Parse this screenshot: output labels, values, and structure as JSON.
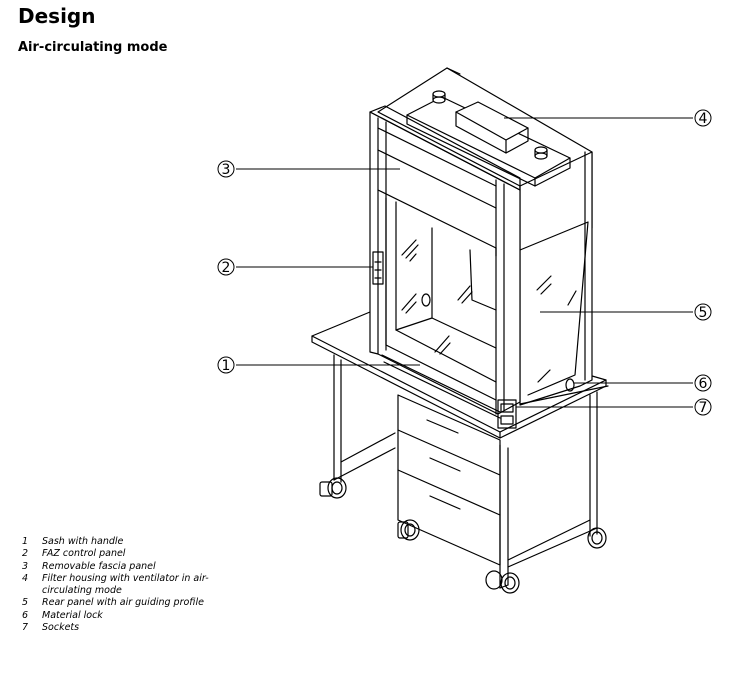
{
  "header": {
    "title": "Design",
    "subtitle": "Air-circulating mode"
  },
  "callouts": [
    "1",
    "2",
    "3",
    "4",
    "5",
    "6",
    "7"
  ],
  "legend": [
    {
      "num": "1",
      "text": "Sash with handle"
    },
    {
      "num": "2",
      "text": "FAZ control panel"
    },
    {
      "num": "3",
      "text": "Removable fascia panel"
    },
    {
      "num": "4",
      "text": "Filter housing with ventilator in air-circulating mode"
    },
    {
      "num": "5",
      "text": "Rear panel with air guiding profile"
    },
    {
      "num": "6",
      "text": "Material lock"
    },
    {
      "num": "7",
      "text": "Sockets"
    }
  ]
}
